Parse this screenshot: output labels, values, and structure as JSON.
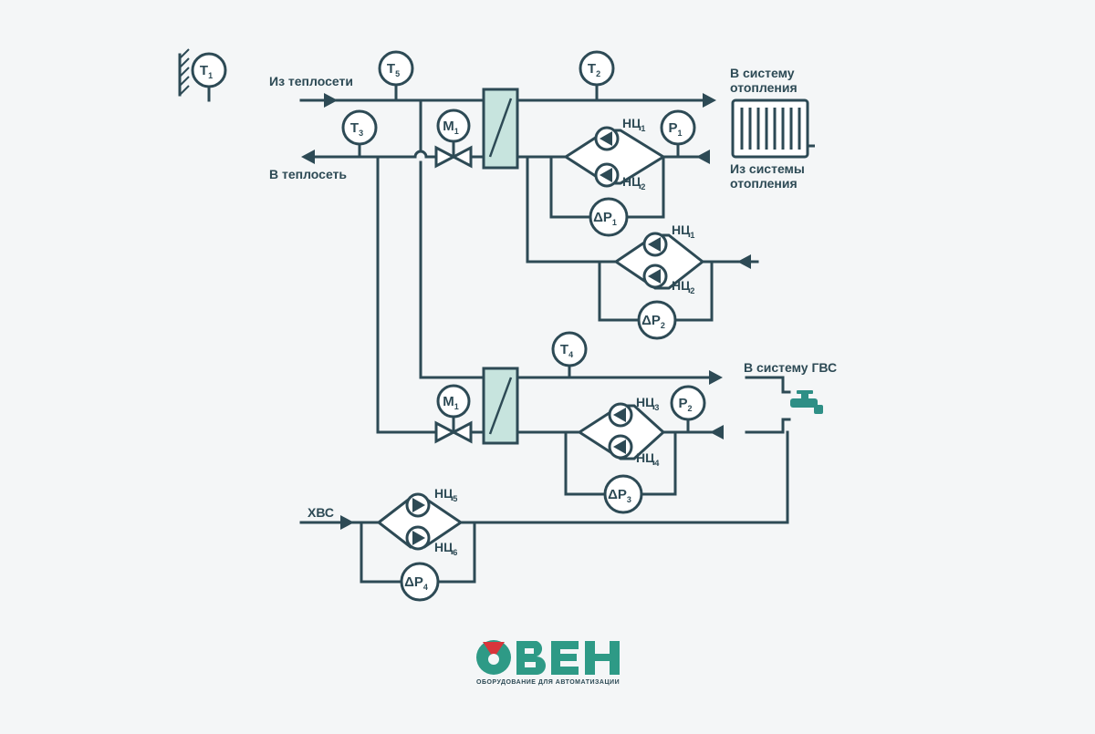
{
  "labels": {
    "from_network": "Из теплосети",
    "to_network": "В теплосеть",
    "to_heating": "В систему",
    "to_heating_2": "отопления",
    "from_heating": "Из системы",
    "from_heating_2": "отопления",
    "to_dhw": "В систему ГВС",
    "cold_water": "ХВС"
  },
  "gauges": {
    "t1": "T",
    "t1_sub": "1",
    "t2": "T",
    "t2_sub": "2",
    "t3": "T",
    "t3_sub": "3",
    "t4": "T",
    "t4_sub": "4",
    "t5": "T",
    "t5_sub": "5",
    "p1": "P",
    "p1_sub": "1",
    "p2": "P",
    "p2_sub": "2",
    "dp1": "ΔP",
    "dp1_sub": "1",
    "dp2": "ΔP",
    "dp2_sub": "2",
    "dp3": "ΔP",
    "dp3_sub": "3",
    "dp4": "ΔP",
    "dp4_sub": "4",
    "m1a": "M",
    "m1a_sub": "1",
    "m1b": "M",
    "m1b_sub": "1"
  },
  "pumps": {
    "nc": "НЦ",
    "nc1_sub": "1",
    "nc2_sub": "2",
    "nc3_sub": "3",
    "nc4_sub": "4",
    "nc5_sub": "5",
    "nc6_sub": "6"
  },
  "logo": {
    "brand": "ОВЕН",
    "tagline": "ОБОРУДОВАНИЕ ДЛЯ АВТОМАТИЗАЦИИ"
  },
  "colors": {
    "line": "#2d4a55",
    "exchanger_fill": "#c7e4de",
    "logo_green": "#2e9a86",
    "logo_red": "#d8353b",
    "background": "#f4f6f7"
  }
}
